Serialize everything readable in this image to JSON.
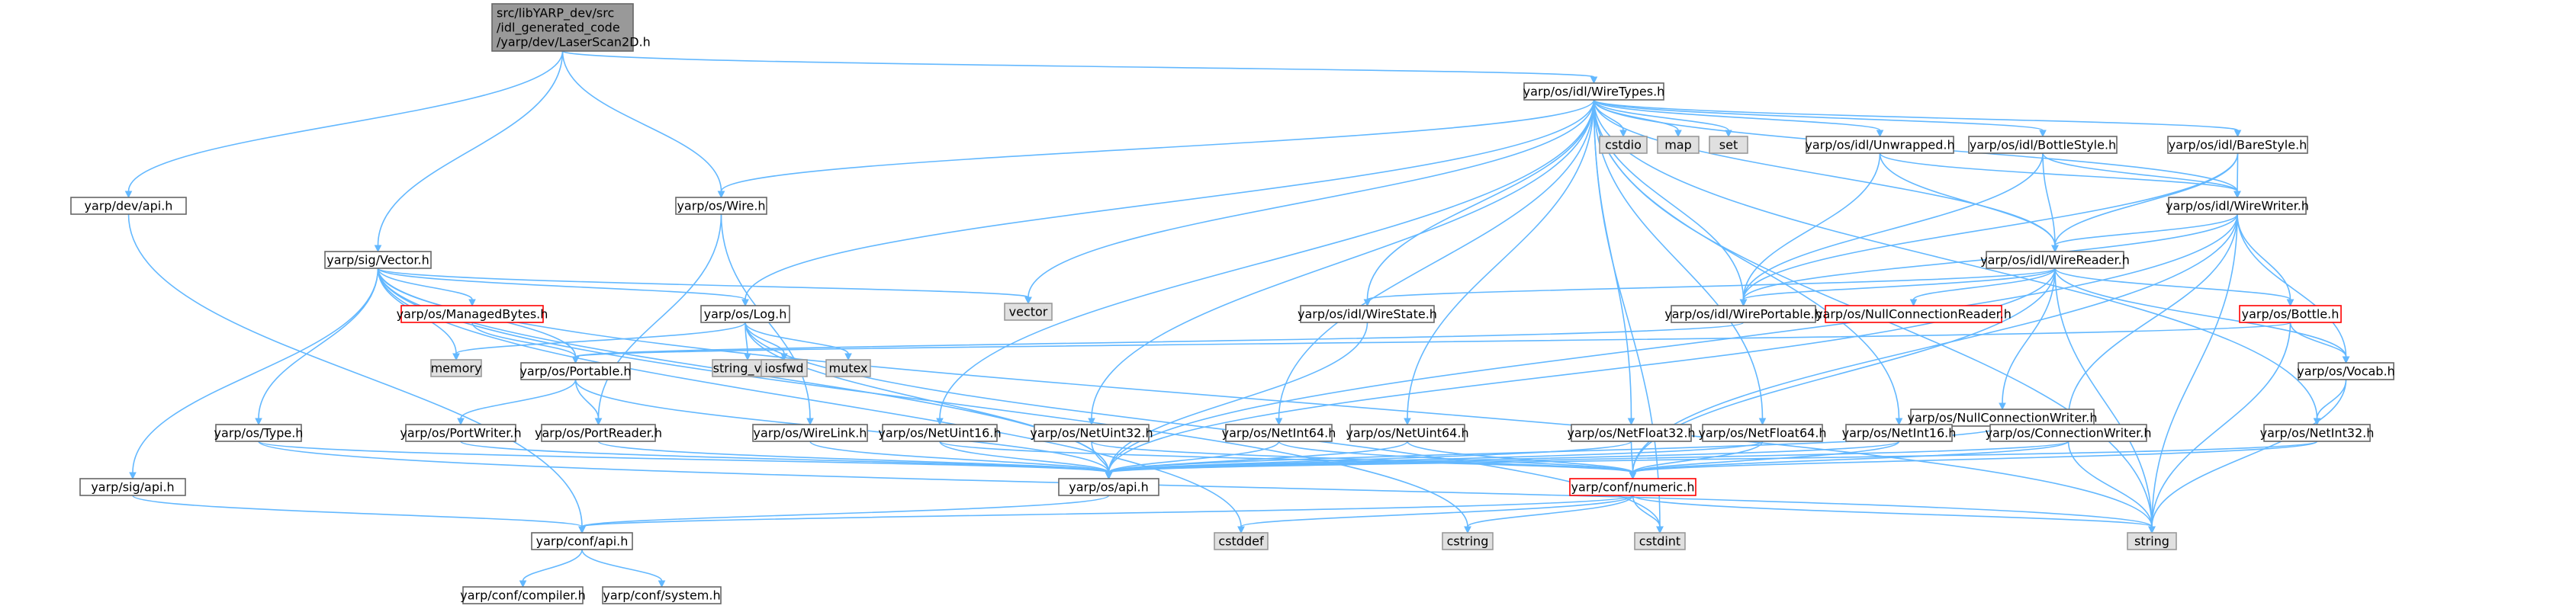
{
  "diagram": {
    "type": "include-dependency-graph",
    "nodes": [
      {
        "id": "root",
        "lines": [
          "src/libYARP_dev/src",
          "/idl_generated_code",
          "/yarp/dev/LaserScan2D.h"
        ],
        "style": "root"
      },
      {
        "id": "wiretypes",
        "lines": [
          "yarp/os/idl/WireTypes.h"
        ],
        "style": "normal"
      },
      {
        "id": "devapi",
        "lines": [
          "yarp/dev/api.h"
        ],
        "style": "normal"
      },
      {
        "id": "wire",
        "lines": [
          "yarp/os/Wire.h"
        ],
        "style": "normal"
      },
      {
        "id": "vector",
        "lines": [
          "yarp/sig/Vector.h"
        ],
        "style": "normal"
      },
      {
        "id": "cstdio",
        "lines": [
          "cstdio"
        ],
        "style": "ext"
      },
      {
        "id": "map",
        "lines": [
          "map"
        ],
        "style": "ext"
      },
      {
        "id": "set",
        "lines": [
          "set"
        ],
        "style": "ext"
      },
      {
        "id": "unwrapped",
        "lines": [
          "yarp/os/idl/Unwrapped.h"
        ],
        "style": "normal"
      },
      {
        "id": "bottlestyle",
        "lines": [
          "yarp/os/idl/BottleStyle.h"
        ],
        "style": "normal"
      },
      {
        "id": "barestyle",
        "lines": [
          "yarp/os/idl/BareStyle.h"
        ],
        "style": "normal"
      },
      {
        "id": "wirewriter",
        "lines": [
          "yarp/os/idl/WireWriter.h"
        ],
        "style": "normal"
      },
      {
        "id": "wirereader",
        "lines": [
          "yarp/os/idl/WireReader.h"
        ],
        "style": "normal"
      },
      {
        "id": "managedbytes",
        "lines": [
          "yarp/os/ManagedBytes.h"
        ],
        "style": "red"
      },
      {
        "id": "log",
        "lines": [
          "yarp/os/Log.h"
        ],
        "style": "normal"
      },
      {
        "id": "vectorstd",
        "lines": [
          "vector"
        ],
        "style": "ext"
      },
      {
        "id": "wirestate",
        "lines": [
          "yarp/os/idl/WireState.h"
        ],
        "style": "normal"
      },
      {
        "id": "wireportable",
        "lines": [
          "yarp/os/idl/WirePortable.h"
        ],
        "style": "normal"
      },
      {
        "id": "nullconnreader",
        "lines": [
          "yarp/os/NullConnectionReader.h"
        ],
        "style": "red"
      },
      {
        "id": "bottle",
        "lines": [
          "yarp/os/Bottle.h"
        ],
        "style": "red"
      },
      {
        "id": "memory",
        "lines": [
          "memory"
        ],
        "style": "ext"
      },
      {
        "id": "portable",
        "lines": [
          "yarp/os/Portable.h"
        ],
        "style": "normal"
      },
      {
        "id": "string_view",
        "lines": [
          "string_view"
        ],
        "style": "ext"
      },
      {
        "id": "iosfwd",
        "lines": [
          "iosfwd"
        ],
        "style": "ext"
      },
      {
        "id": "mutex",
        "lines": [
          "mutex"
        ],
        "style": "ext"
      },
      {
        "id": "vocab",
        "lines": [
          "yarp/os/Vocab.h"
        ],
        "style": "normal"
      },
      {
        "id": "nullconnwriter",
        "lines": [
          "yarp/os/NullConnectionWriter.h"
        ],
        "style": "normal"
      },
      {
        "id": "type",
        "lines": [
          "yarp/os/Type.h"
        ],
        "style": "normal"
      },
      {
        "id": "portwriter",
        "lines": [
          "yarp/os/PortWriter.h"
        ],
        "style": "normal"
      },
      {
        "id": "portreader",
        "lines": [
          "yarp/os/PortReader.h"
        ],
        "style": "normal"
      },
      {
        "id": "wirelink",
        "lines": [
          "yarp/os/WireLink.h"
        ],
        "style": "normal"
      },
      {
        "id": "netuint16",
        "lines": [
          "yarp/os/NetUint16.h"
        ],
        "style": "normal"
      },
      {
        "id": "netuint32",
        "lines": [
          "yarp/os/NetUint32.h"
        ],
        "style": "normal"
      },
      {
        "id": "netint64",
        "lines": [
          "yarp/os/NetInt64.h"
        ],
        "style": "normal"
      },
      {
        "id": "netuint64",
        "lines": [
          "yarp/os/NetUint64.h"
        ],
        "style": "normal"
      },
      {
        "id": "netfloat32",
        "lines": [
          "yarp/os/NetFloat32.h"
        ],
        "style": "normal"
      },
      {
        "id": "netfloat64",
        "lines": [
          "yarp/os/NetFloat64.h"
        ],
        "style": "normal"
      },
      {
        "id": "netint16",
        "lines": [
          "yarp/os/NetInt16.h"
        ],
        "style": "normal"
      },
      {
        "id": "connwriter",
        "lines": [
          "yarp/os/ConnectionWriter.h"
        ],
        "style": "normal"
      },
      {
        "id": "netint32",
        "lines": [
          "yarp/os/NetInt32.h"
        ],
        "style": "normal"
      },
      {
        "id": "sigapi",
        "lines": [
          "yarp/sig/api.h"
        ],
        "style": "normal"
      },
      {
        "id": "osapi",
        "lines": [
          "yarp/os/api.h"
        ],
        "style": "normal"
      },
      {
        "id": "numeric",
        "lines": [
          "yarp/conf/numeric.h"
        ],
        "style": "red"
      },
      {
        "id": "confapi",
        "lines": [
          "yarp/conf/api.h"
        ],
        "style": "normal"
      },
      {
        "id": "cstddef",
        "lines": [
          "cstddef"
        ],
        "style": "ext"
      },
      {
        "id": "cstring",
        "lines": [
          "cstring"
        ],
        "style": "ext"
      },
      {
        "id": "cstdint",
        "lines": [
          "cstdint"
        ],
        "style": "ext"
      },
      {
        "id": "string",
        "lines": [
          "string"
        ],
        "style": "ext"
      },
      {
        "id": "compiler",
        "lines": [
          "yarp/conf/compiler.h"
        ],
        "style": "normal"
      },
      {
        "id": "system",
        "lines": [
          "yarp/conf/system.h"
        ],
        "style": "normal"
      }
    ],
    "edges": [
      [
        "root",
        "wiretypes"
      ],
      [
        "root",
        "devapi"
      ],
      [
        "root",
        "wire"
      ],
      [
        "root",
        "vector"
      ],
      [
        "wiretypes",
        "cstdio"
      ],
      [
        "wiretypes",
        "map"
      ],
      [
        "wiretypes",
        "set"
      ],
      [
        "wiretypes",
        "unwrapped"
      ],
      [
        "wiretypes",
        "bottlestyle"
      ],
      [
        "wiretypes",
        "barestyle"
      ],
      [
        "wiretypes",
        "wirewriter"
      ],
      [
        "wiretypes",
        "wirereader"
      ],
      [
        "wiretypes",
        "wirestate"
      ],
      [
        "wiretypes",
        "wireportable"
      ],
      [
        "wiretypes",
        "vectorstd"
      ],
      [
        "wiretypes",
        "log"
      ],
      [
        "wiretypes",
        "wire"
      ],
      [
        "wiretypes",
        "netuint16"
      ],
      [
        "wiretypes",
        "netuint32"
      ],
      [
        "wiretypes",
        "netint64"
      ],
      [
        "wiretypes",
        "netuint64"
      ],
      [
        "wiretypes",
        "netfloat32"
      ],
      [
        "wiretypes",
        "netfloat64"
      ],
      [
        "wiretypes",
        "netint16"
      ],
      [
        "wiretypes",
        "netint32"
      ],
      [
        "wiretypes",
        "string"
      ],
      [
        "wiretypes",
        "cstdint"
      ],
      [
        "unwrapped",
        "wirewriter"
      ],
      [
        "unwrapped",
        "wirereader"
      ],
      [
        "unwrapped",
        "wireportable"
      ],
      [
        "bottlestyle",
        "wirewriter"
      ],
      [
        "bottlestyle",
        "wirereader"
      ],
      [
        "bottlestyle",
        "wireportable"
      ],
      [
        "barestyle",
        "wirewriter"
      ],
      [
        "barestyle",
        "wirereader"
      ],
      [
        "barestyle",
        "wireportable"
      ],
      [
        "wirewriter",
        "wirereader"
      ],
      [
        "wirewriter",
        "wireportable"
      ],
      [
        "wirewriter",
        "bottle"
      ],
      [
        "wirewriter",
        "vocab"
      ],
      [
        "wirewriter",
        "connwriter"
      ],
      [
        "wirewriter",
        "numeric"
      ],
      [
        "wirewriter",
        "osapi"
      ],
      [
        "wirewriter",
        "string"
      ],
      [
        "wirereader",
        "wirestate"
      ],
      [
        "wirereader",
        "wireportable"
      ],
      [
        "wirereader",
        "nullconnreader"
      ],
      [
        "wirereader",
        "bottle"
      ],
      [
        "wirereader",
        "vocab"
      ],
      [
        "wirereader",
        "nullconnwriter"
      ],
      [
        "wirereader",
        "numeric"
      ],
      [
        "wirereader",
        "osapi"
      ],
      [
        "wirereader",
        "string"
      ],
      [
        "wireportable",
        "portable"
      ],
      [
        "wirestate",
        "osapi"
      ],
      [
        "bottle",
        "portable"
      ],
      [
        "bottle",
        "vocab"
      ],
      [
        "bottle",
        "string"
      ],
      [
        "vocab",
        "netint32"
      ],
      [
        "vocab",
        "string"
      ],
      [
        "nullconnwriter",
        "connwriter"
      ],
      [
        "nullconnwriter",
        "osapi"
      ],
      [
        "connwriter",
        "osapi"
      ],
      [
        "connwriter",
        "numeric"
      ],
      [
        "connwriter",
        "string"
      ],
      [
        "devapi",
        "confapi"
      ],
      [
        "wire",
        "portreader"
      ],
      [
        "wire",
        "wirelink"
      ],
      [
        "vector",
        "vectorstd"
      ],
      [
        "vector",
        "managedbytes"
      ],
      [
        "vector",
        "log"
      ],
      [
        "vector",
        "memory"
      ],
      [
        "vector",
        "portable"
      ],
      [
        "vector",
        "type"
      ],
      [
        "vector",
        "sigapi"
      ],
      [
        "vector",
        "osapi"
      ],
      [
        "vector",
        "string"
      ],
      [
        "vector",
        "cstring"
      ],
      [
        "vector",
        "cstddef"
      ],
      [
        "managedbytes",
        "portable"
      ],
      [
        "log",
        "memory"
      ],
      [
        "log",
        "string_view"
      ],
      [
        "log",
        "iosfwd"
      ],
      [
        "log",
        "mutex"
      ],
      [
        "log",
        "osapi"
      ],
      [
        "log",
        "cstdint"
      ],
      [
        "portable",
        "portwriter"
      ],
      [
        "portable",
        "portreader"
      ],
      [
        "portable",
        "osapi"
      ],
      [
        "portwriter",
        "osapi"
      ],
      [
        "portreader",
        "osapi"
      ],
      [
        "type",
        "osapi"
      ],
      [
        "type",
        "string"
      ],
      [
        "wirelink",
        "osapi"
      ],
      [
        "netuint16",
        "osapi"
      ],
      [
        "netuint16",
        "numeric"
      ],
      [
        "netuint32",
        "osapi"
      ],
      [
        "netuint32",
        "numeric"
      ],
      [
        "netint64",
        "osapi"
      ],
      [
        "netint64",
        "numeric"
      ],
      [
        "netuint64",
        "osapi"
      ],
      [
        "netuint64",
        "numeric"
      ],
      [
        "netfloat32",
        "osapi"
      ],
      [
        "netfloat32",
        "numeric"
      ],
      [
        "netfloat64",
        "osapi"
      ],
      [
        "netfloat64",
        "numeric"
      ],
      [
        "netint16",
        "osapi"
      ],
      [
        "netint16",
        "numeric"
      ],
      [
        "netint32",
        "osapi"
      ],
      [
        "netint32",
        "numeric"
      ],
      [
        "sigapi",
        "confapi"
      ],
      [
        "osapi",
        "confapi"
      ],
      [
        "numeric",
        "confapi"
      ],
      [
        "numeric",
        "cstddef"
      ],
      [
        "numeric",
        "cstring"
      ],
      [
        "numeric",
        "cstdint"
      ],
      [
        "numeric",
        "string"
      ],
      [
        "confapi",
        "compiler"
      ],
      [
        "confapi",
        "system"
      ]
    ]
  }
}
